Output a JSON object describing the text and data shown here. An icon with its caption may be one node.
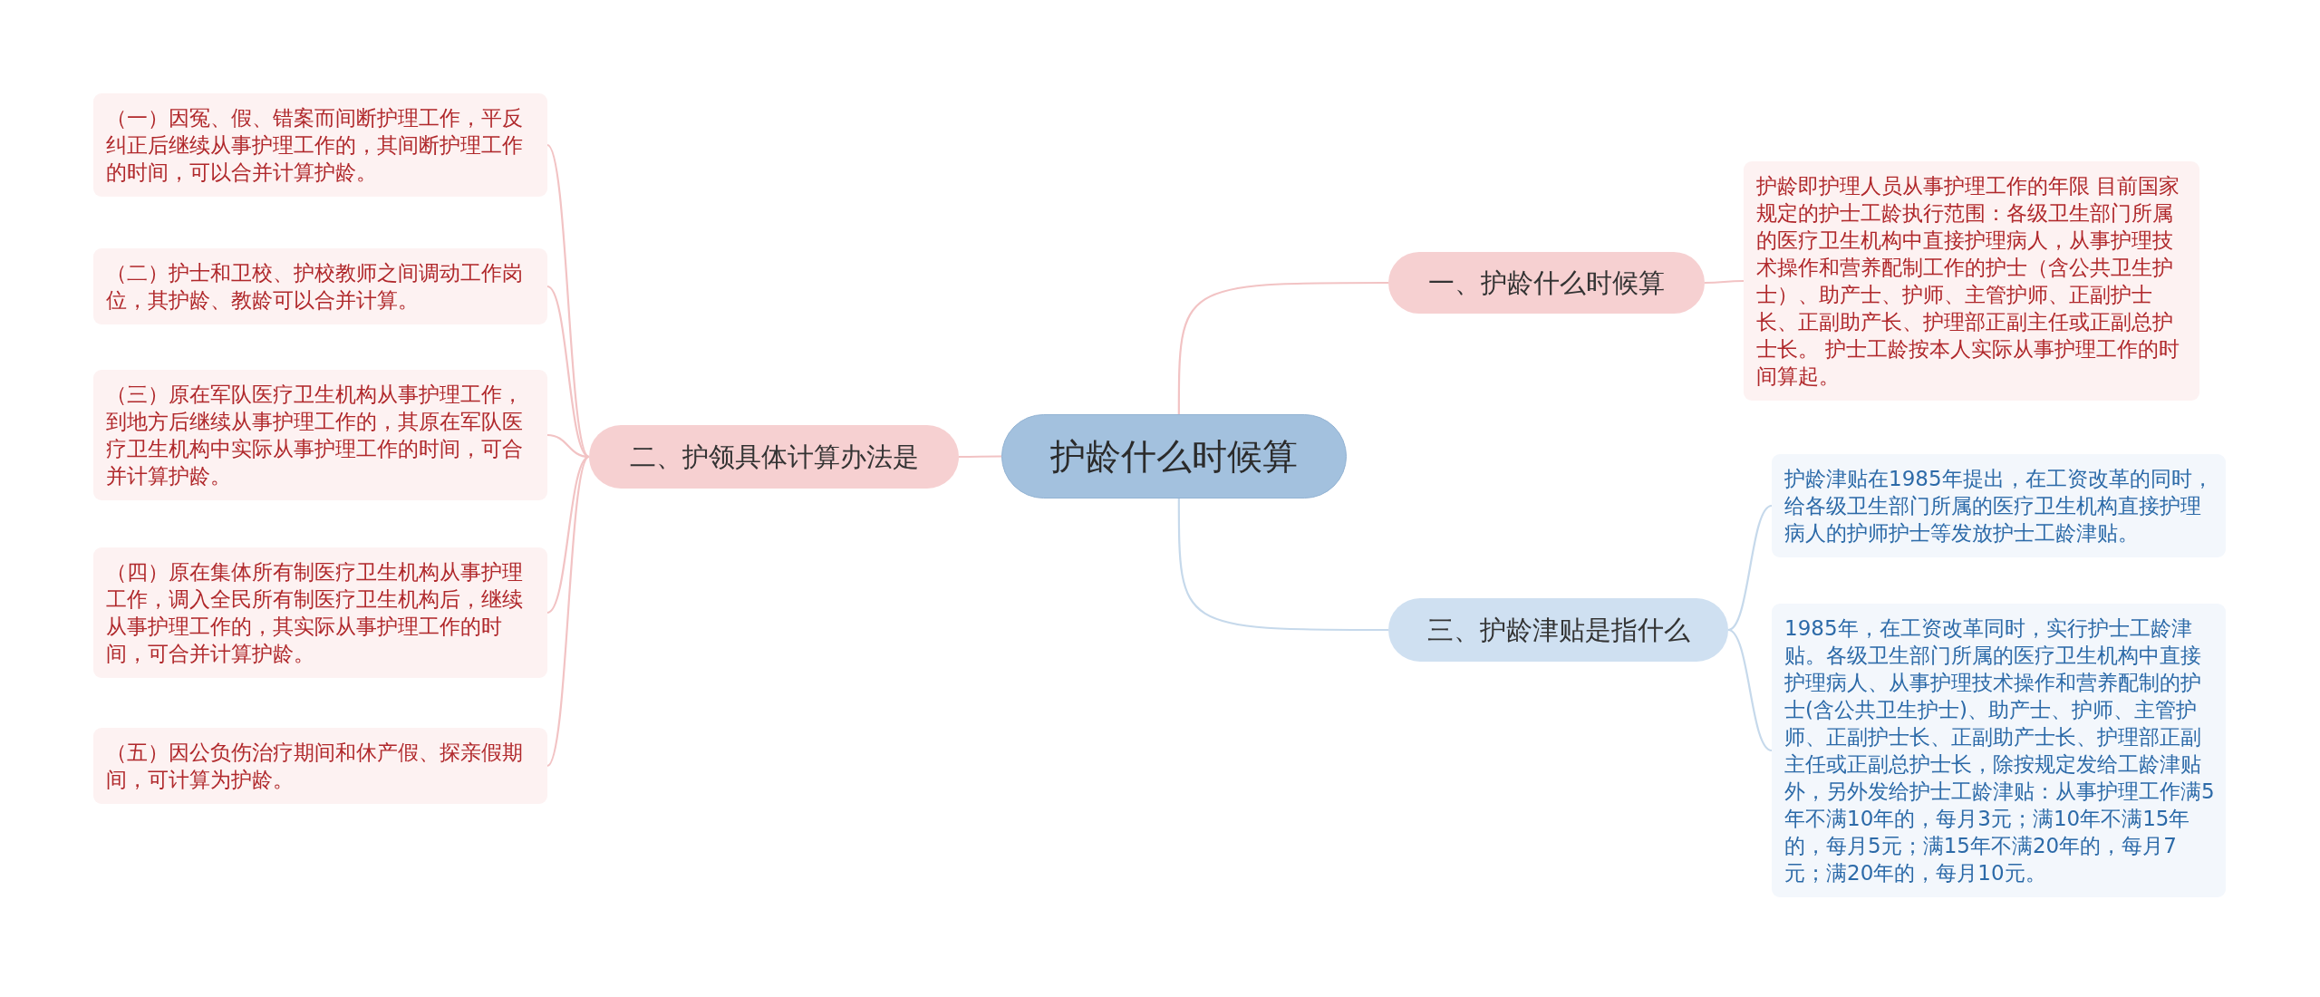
{
  "diagram": {
    "nodes": [
      {
        "text": [
          "护龄什么时候算"
        ]
      },
      {
        "text": [
          "一、护龄什么时候算"
        ]
      },
      {
        "text": [
          "护龄即护理人员从事护理工作的年限 目前国家规定的护士工龄执行范围：各级卫生部门所属的医疗卫生机构中直接护理病人，从事护理技术操作和营养配制工作的护士（含公共卫生护士）、助产士、护师、主管护师、正副护士长、正副助产长、护理部正副主任或正副总护士长。 护士工龄按本人实际从事护理工作的时间算起。"
        ]
      },
      {
        "text": [
          "二、护领具体计算办法是"
        ]
      },
      {
        "text": [
          "（一）因冤、假、错案而间断护理工作，平反纠正后继续从事护理工作的，其间断护理工作的时间，可以合并计算护龄。"
        ]
      },
      {
        "text": [
          "（二）护士和卫校、护校教师之间调动工作岗位，其护龄、教龄可以合并计算。"
        ]
      },
      {
        "text": [
          "（三）原在军队医疗卫生机构从事护理工作，到地方后继续从事护理工作的，其原在军队医疗卫生机构中实际从事护理工作的时间，可合并计算护龄。"
        ]
      },
      {
        "text": [
          "（四）原在集体所有制医疗卫生机构从事护理工作，调入全民所有制医疗卫生机构后，继续从事护理工作的，其实际从事护理工作的时间，可合并计算护龄。"
        ]
      },
      {
        "text": [
          "（五）因公负伤治疗期间和休产假、探亲假期间，可计算为护龄。"
        ]
      },
      {
        "text": [
          "三、护龄津贴是指什么"
        ]
      },
      {
        "text": [
          "护龄津贴在1985年提出，在工资改革的同时，给各级卫生部门所属的医疗卫生机构直接护理病人的护师护士等发放护士工龄津贴。"
        ]
      },
      {
        "text": [
          "1985年，在工资改革同时，实行护士工龄津贴。各级卫生部门所属的医疗卫生机构中直接护理病人、从事护理技术操作和营养配制的护士(含公共卫生护士)、助产士、护师、主管护师、正副护士长、正副助产士长、护理部正副主任或正副总护士长，除按规定发给工龄津贴外，另外发给护士工龄津贴：从事护理工作满5年不满10年的，每月3元；满10年不满15年的，每月5元；满15年不满20年的，每月7元；满20年的，每月10元。"
        ]
      }
    ],
    "edges": [
      {
        "from": 0,
        "to": 1,
        "arrow": "none"
      },
      {
        "from": 1,
        "to": 2,
        "arrow": "none"
      },
      {
        "from": 0,
        "to": 3,
        "arrow": "none"
      },
      {
        "from": 3,
        "to": 4,
        "arrow": "none"
      },
      {
        "from": 3,
        "to": 5,
        "arrow": "none"
      },
      {
        "from": 3,
        "to": 6,
        "arrow": "none"
      },
      {
        "from": 3,
        "to": 7,
        "arrow": "none"
      },
      {
        "from": 3,
        "to": 8,
        "arrow": "none"
      },
      {
        "from": 0,
        "to": 9,
        "arrow": "none",
        "color": "#c6d9eb"
      },
      {
        "from": 9,
        "to": 10,
        "arrow": "none",
        "color": "#c6d9eb"
      },
      {
        "from": 9,
        "to": 11,
        "arrow": "none",
        "color": "#c6d9eb"
      }
    ]
  }
}
